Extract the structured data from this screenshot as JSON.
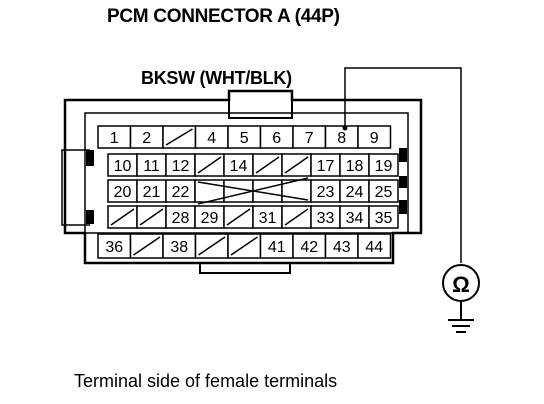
{
  "title": "PCM CONNECTOR A (44P)",
  "wire_label": "BKSW (WHT/BLK)",
  "caption": "Terminal side of female terminals",
  "meter_symbol": "Ω",
  "terminals": {
    "row1": [
      "1",
      "2",
      "",
      "4",
      "5",
      "6",
      "7",
      "8",
      "9"
    ],
    "row2": [
      "10",
      "11",
      "12",
      "",
      "14",
      "",
      "",
      "17",
      "18",
      "19"
    ],
    "row3": [
      "20",
      "21",
      "22",
      "",
      "",
      "",
      "",
      "23",
      "24",
      "25"
    ],
    "row4": [
      "",
      "",
      "28",
      "29",
      "",
      "31",
      "",
      "33",
      "34",
      "35"
    ],
    "row5": [
      "36",
      "",
      "38",
      "",
      "",
      "41",
      "42",
      "43",
      "44"
    ]
  }
}
